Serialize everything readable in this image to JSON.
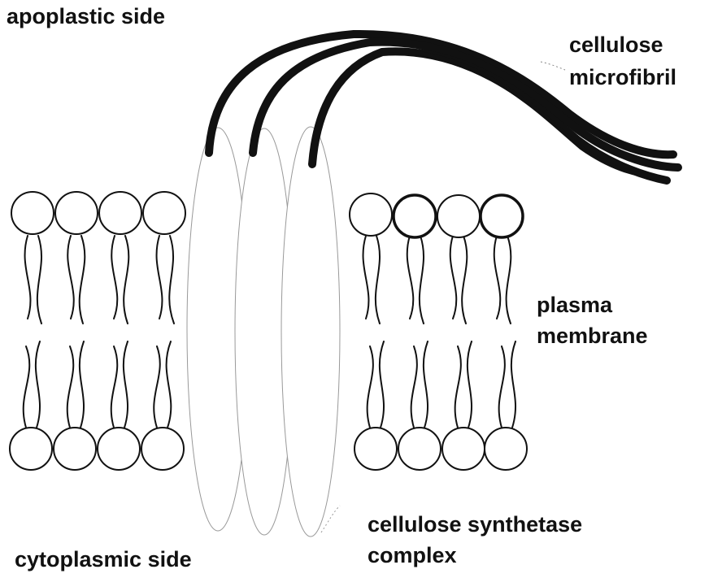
{
  "labels": {
    "apoplastic_side": "apoplastic side",
    "cellulose_microfibril": [
      "cellulose",
      "microfibril"
    ],
    "plasma_membrane": [
      "plasma",
      "membrane"
    ],
    "cytoplasmic_side": "cytoplasmic side",
    "cellulose_synthetase_complex": [
      "cellulose synthetase",
      "complex"
    ]
  },
  "colors": {
    "ink": "#111111",
    "background": "#ffffff",
    "complex_outline": "#999999"
  }
}
